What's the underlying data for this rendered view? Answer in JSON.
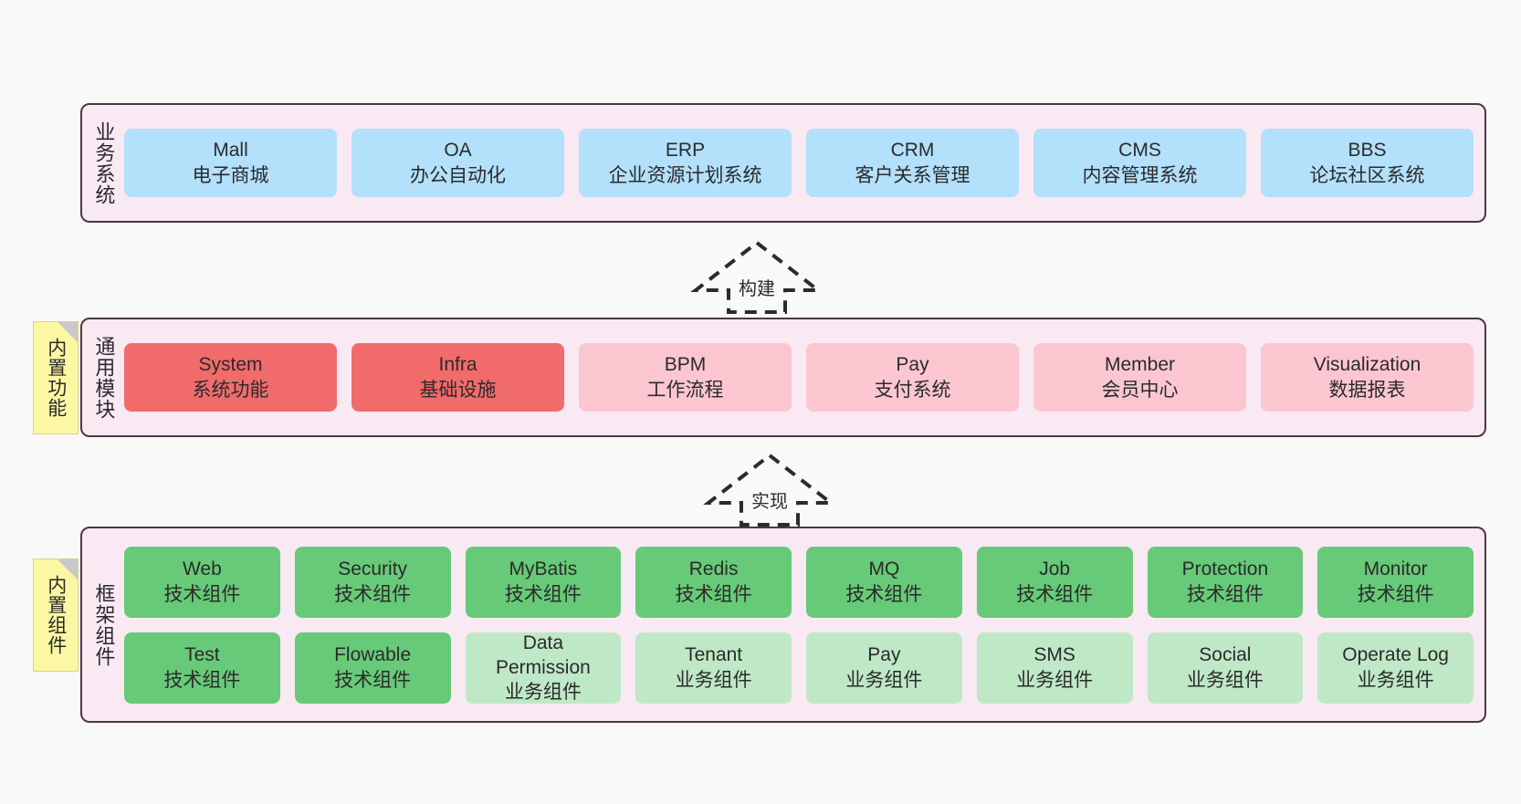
{
  "diagram": {
    "background_color": "#f9f9f7",
    "section_fill": "#f9e9f3",
    "section_border": "#4a3a42",
    "sticky_color": "#fbf7a3"
  },
  "sections": [
    {
      "id": "business-systems",
      "title": "业务系统",
      "rows": [
        {
          "cards": [
            {
              "l1": "Mall",
              "l2": "电子商城",
              "style": "c-blue"
            },
            {
              "l1": "OA",
              "l2": "办公自动化",
              "style": "c-blue"
            },
            {
              "l1": "ERP",
              "l2": "企业资源计划系统",
              "style": "c-blue"
            },
            {
              "l1": "CRM",
              "l2": "客户关系管理",
              "style": "c-blue"
            },
            {
              "l1": "CMS",
              "l2": "内容管理系统",
              "style": "c-blue"
            },
            {
              "l1": "BBS",
              "l2": "论坛社区系统",
              "style": "c-blue"
            }
          ]
        }
      ]
    },
    {
      "id": "common-modules",
      "title": "通用模块",
      "sticky": "内置功能",
      "rows": [
        {
          "cards": [
            {
              "l1": "System",
              "l2": "系统功能",
              "style": "c-red"
            },
            {
              "l1": "Infra",
              "l2": "基础设施",
              "style": "c-red"
            },
            {
              "l1": "BPM",
              "l2": "工作流程",
              "style": "c-pink"
            },
            {
              "l1": "Pay",
              "l2": "支付系统",
              "style": "c-pink"
            },
            {
              "l1": "Member",
              "l2": "会员中心",
              "style": "c-pink"
            },
            {
              "l1": "Visualization",
              "l2": "数据报表",
              "style": "c-pink"
            }
          ]
        }
      ]
    },
    {
      "id": "framework-components",
      "title": "框架组件",
      "sticky": "内置组件",
      "rows": [
        {
          "cards": [
            {
              "l1": "Web",
              "l2": "技术组件",
              "style": "c-green"
            },
            {
              "l1": "Security",
              "l2": "技术组件",
              "style": "c-green"
            },
            {
              "l1": "MyBatis",
              "l2": "技术组件",
              "style": "c-green"
            },
            {
              "l1": "Redis",
              "l2": "技术组件",
              "style": "c-green"
            },
            {
              "l1": "MQ",
              "l2": "技术组件",
              "style": "c-green"
            },
            {
              "l1": "Job",
              "l2": "技术组件",
              "style": "c-green"
            },
            {
              "l1": "Protection",
              "l2": "技术组件",
              "style": "c-green"
            },
            {
              "l1": "Monitor",
              "l2": "技术组件",
              "style": "c-green"
            }
          ]
        },
        {
          "cards": [
            {
              "l1": "Test",
              "l2": "技术组件",
              "style": "c-green"
            },
            {
              "l1": "Flowable",
              "l2": "技术组件",
              "style": "c-green"
            },
            {
              "l1": "Data",
              "l2": "Permission",
              "l3": "业务组件",
              "style": "c-lightgreen"
            },
            {
              "l1": "Tenant",
              "l2": "业务组件",
              "style": "c-lightgreen"
            },
            {
              "l1": "Pay",
              "l2": "业务组件",
              "style": "c-lightgreen"
            },
            {
              "l1": "SMS",
              "l2": "业务组件",
              "style": "c-lightgreen"
            },
            {
              "l1": "Social",
              "l2": "业务组件",
              "style": "c-lightgreen"
            },
            {
              "l1": "Operate Log",
              "l2": "业务组件",
              "style": "c-lightgreen"
            }
          ]
        }
      ]
    }
  ],
  "arrows": [
    {
      "id": "arrow-build",
      "label": "构建"
    },
    {
      "id": "arrow-implement",
      "label": "实现"
    }
  ]
}
